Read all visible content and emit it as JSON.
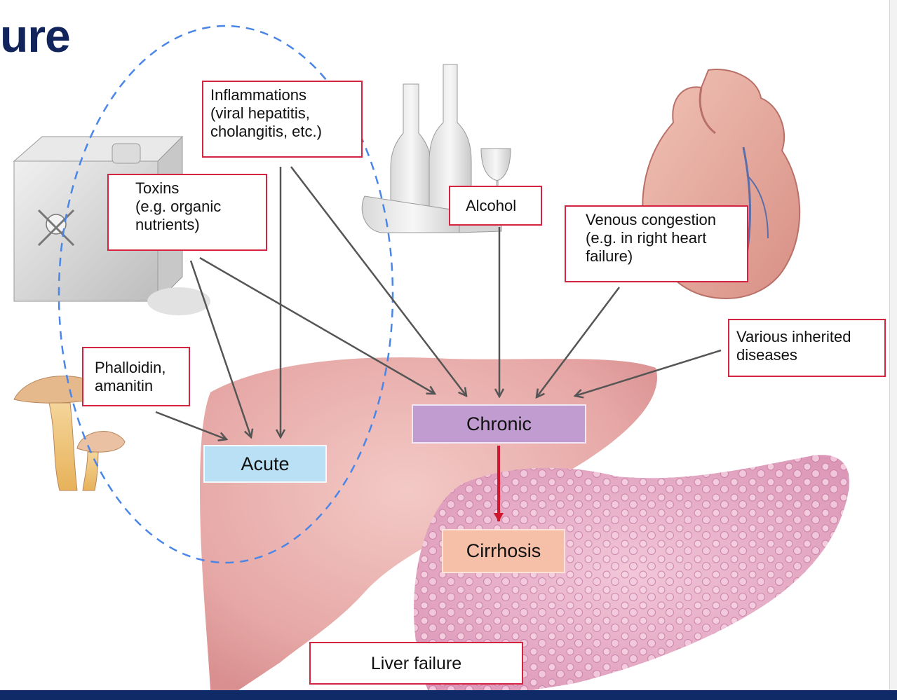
{
  "slide": {
    "title_fragment": "ure"
  },
  "causes": {
    "inflammations": [
      "Inflammations",
      "(viral hepatitis,",
      "cholangitis, etc.)"
    ],
    "toxins": [
      "Toxins",
      "(e.g. organic",
      "nutrients)"
    ],
    "alcohol": [
      "Alcohol"
    ],
    "venous": [
      "Venous congestion",
      "(e.g. in right heart",
      "failure)"
    ],
    "inherited": [
      "Various inherited",
      "diseases"
    ],
    "phalloidin": [
      "Phalloidin,",
      "amanitin"
    ]
  },
  "outcomes": {
    "acute": "Acute",
    "chronic": "Chronic",
    "cirrhosis": "Cirrhosis",
    "liver_failure": "Liver failure"
  },
  "illustrations": [
    "poison-can",
    "bottles-and-glass",
    "heart",
    "mushrooms",
    "healthy-liver",
    "cirrhotic-liver"
  ],
  "colors": {
    "box_border": "#d5243f",
    "arrow": "#555555",
    "cirrhosis_arrow": "#d0172f",
    "acute_fill": "#b9e0f4",
    "chronic_fill": "#c19cd0",
    "cirrhosis_fill": "#f5bfa8",
    "dashed_ellipse": "#4a86e8",
    "title": "#12245c"
  }
}
